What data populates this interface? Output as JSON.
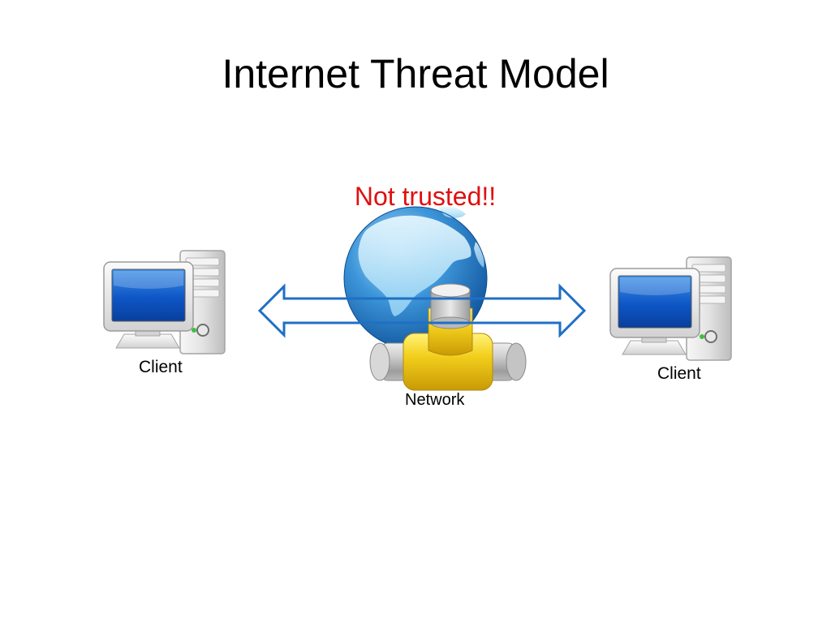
{
  "slide": {
    "title": "Internet Threat Model",
    "warning": "Not trusted!!",
    "warning_color": "#e01010"
  },
  "nodes": {
    "client_left": {
      "label": "Client",
      "icon": "desktop-computer-icon"
    },
    "client_right": {
      "label": "Client",
      "icon": "desktop-computer-icon"
    },
    "network": {
      "label": "Network",
      "icon": "globe-pipe-network-icon"
    }
  },
  "edges": [
    {
      "from": "client_left",
      "to": "client_right",
      "style": "double-headed-arrow",
      "color": "#1f6fc4"
    }
  ]
}
